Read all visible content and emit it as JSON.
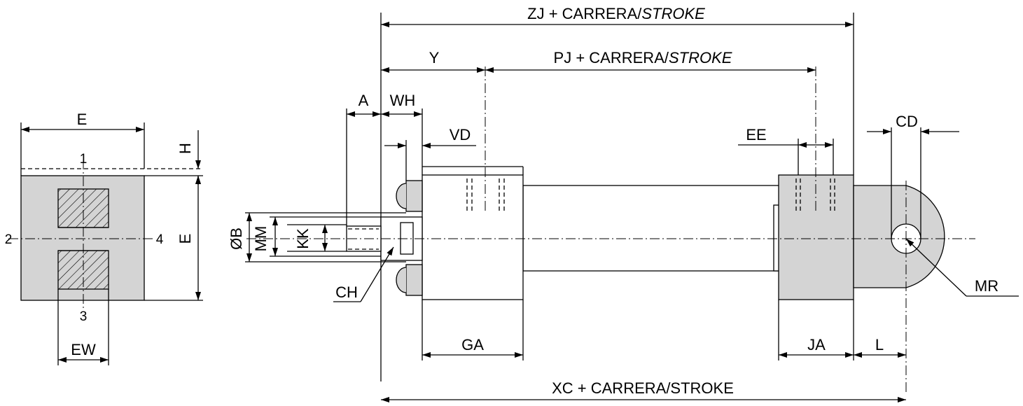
{
  "labels": {
    "zj_text": "ZJ + CARRERA/",
    "zj_stroke": "STROKE",
    "y": "Y",
    "pj_text": "PJ + CARRERA/",
    "pj_stroke": "STROKE",
    "a": "A",
    "wh": "WH",
    "vd": "VD",
    "ee": "EE",
    "cd": "CD",
    "e_top": "E",
    "h": "H",
    "e_side": "E",
    "pos1": "1",
    "pos2": "2",
    "pos3": "3",
    "pos4": "4",
    "ew": "EW",
    "ob": "ØB",
    "mm": "MM",
    "kk": "KK",
    "ch": "CH",
    "mr": "MR",
    "ga": "GA",
    "ja": "JA",
    "l": "L",
    "xc": "XC + CARRERA/STROKE"
  },
  "colors": {
    "body_fill": "#d4d4d4",
    "line": "#000000",
    "background": "#ffffff"
  }
}
